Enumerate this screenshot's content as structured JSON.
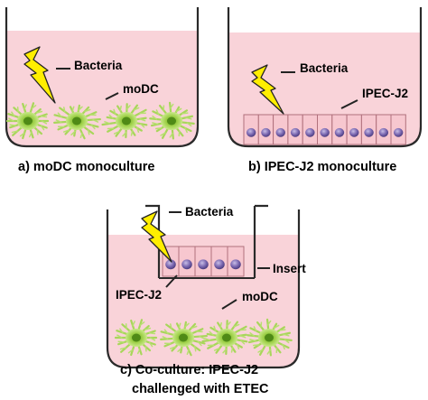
{
  "panels": {
    "a": {
      "caption": "a) moDC monoculture",
      "labels": {
        "bacteria": "Bacteria",
        "modc": "moDC"
      }
    },
    "b": {
      "caption": "b) IPEC-J2 monoculture",
      "labels": {
        "bacteria": "Bacteria",
        "ipec": "IPEC-J2"
      }
    },
    "c": {
      "caption_line1": "c) Co-culture: IPEC-J2",
      "caption_line2": "challenged with ETEC",
      "labels": {
        "bacteria": "Bacteria",
        "insert": "Insert",
        "ipec": "IPEC-J2",
        "modc": "moDC"
      }
    }
  },
  "colors": {
    "medium": "#f9d3d9",
    "well_outline": "#2a2a2a",
    "bolt": "#ffee00",
    "modc_cell": "#9acd32",
    "epithelial_cell": "#f7c7cf",
    "nucleus": "#7a67b0"
  },
  "icons": {
    "bacteria": "lightning-bolt-icon",
    "modc": "dendritic-cell-icon",
    "ipec": "epithelial-cell-icon"
  }
}
